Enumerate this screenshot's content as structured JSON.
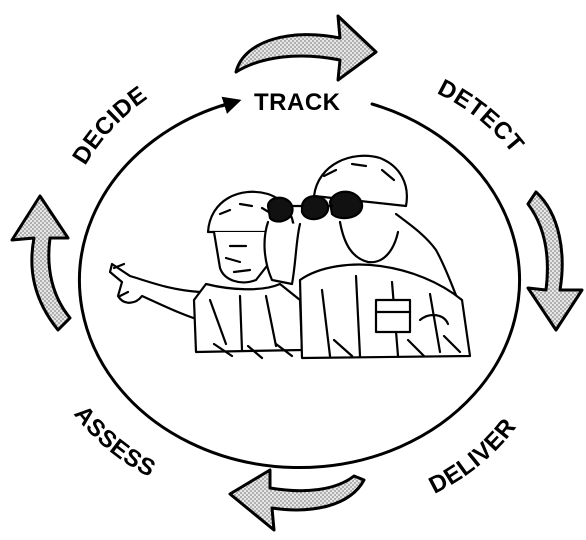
{
  "cycle": {
    "steps": [
      "DECIDE",
      "TRACK",
      "DETECT",
      "DELIVER",
      "ASSESS"
    ]
  },
  "illustration": {
    "icon": "soldiers-with-binoculars-icon"
  },
  "colors": {
    "ink": "#000000",
    "background": "#ffffff",
    "arrow_fill": "#bdbdbd"
  }
}
